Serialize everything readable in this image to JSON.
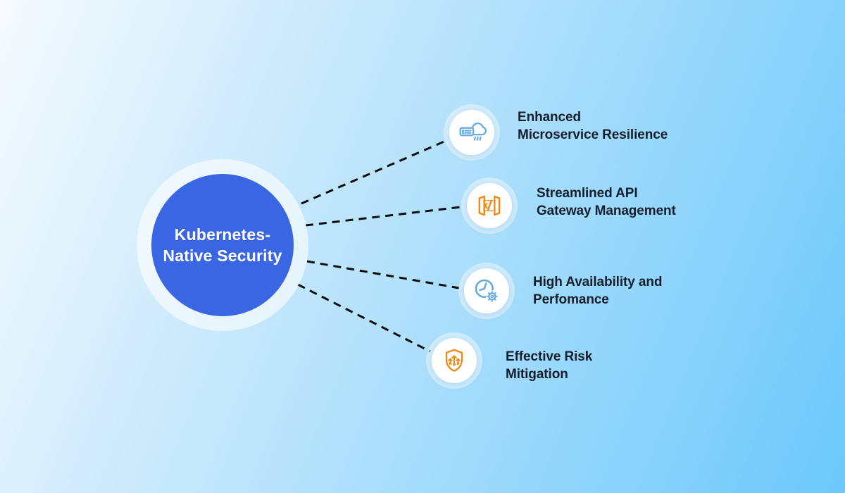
{
  "diagram": {
    "center": {
      "label_line1": "Kubernetes-",
      "label_line2": "Native Security"
    },
    "items": [
      {
        "label_line1": "Enhanced",
        "label_line2": "Microservice Resilience",
        "icon": "cloud-server-icon",
        "icon_color": "#68acdf"
      },
      {
        "label_line1": "Streamlined API",
        "label_line2": "Gateway Management",
        "icon": "api-gateway-icon",
        "icon_color": "#ee8a19"
      },
      {
        "label_line1": "High Availability and",
        "label_line2": "Perfomance",
        "icon": "clock-gear-icon",
        "icon_color": "#68acdf"
      },
      {
        "label_line1": "Effective Risk",
        "label_line2": "Mitigation",
        "icon": "shield-circuit-icon",
        "icon_color": "#ee8a19"
      }
    ],
    "colors": {
      "background_top_left": "#f6fbfe",
      "background_bottom_right": "#6cc8fb",
      "center_circle": "#3a66e4",
      "center_text": "#ffffff",
      "item_text": "#161d2b",
      "connector": "#0b0d10",
      "node_fill": "#ffffff",
      "icon_blue": "#68acdf",
      "icon_orange": "#ee8a19"
    }
  }
}
